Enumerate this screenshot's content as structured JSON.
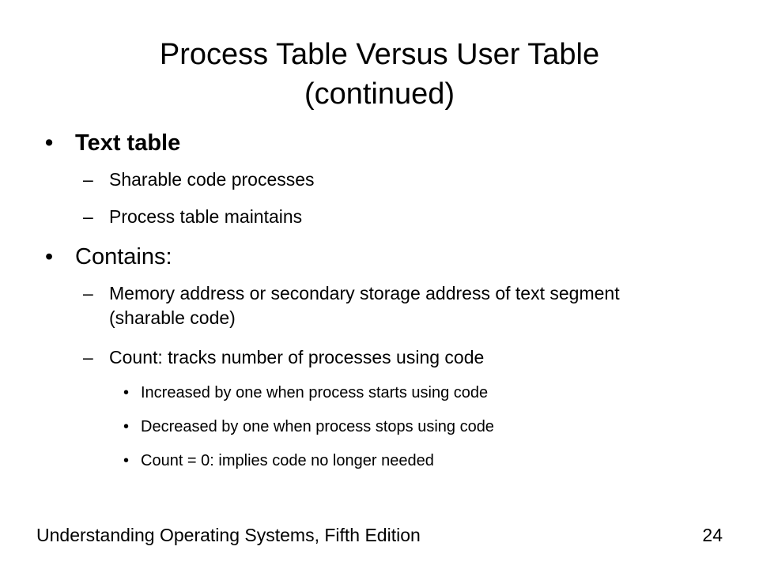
{
  "slide": {
    "title_line1": "Process Table Versus User Table",
    "title_line2": "(continued)",
    "bullet_glyph": "•",
    "dash_glyph": "–",
    "items": [
      {
        "text": "Text table",
        "sub": [
          {
            "text": "Sharable code processes"
          },
          {
            "text": "Process table maintains"
          }
        ]
      },
      {
        "text": "Contains:",
        "sub": [
          {
            "text": "Memory address or secondary storage address of text segment (sharable code)"
          },
          {
            "text": "Count: tracks number of processes using code",
            "sub": [
              {
                "text": "Increased by one when process starts using code"
              },
              {
                "text": "Decreased by one when process stops using code"
              },
              {
                "text": "Count = 0: implies code no longer needed"
              }
            ]
          }
        ]
      }
    ]
  },
  "footer": {
    "left": "Understanding Operating Systems, Fifth Edition",
    "page": "24"
  }
}
